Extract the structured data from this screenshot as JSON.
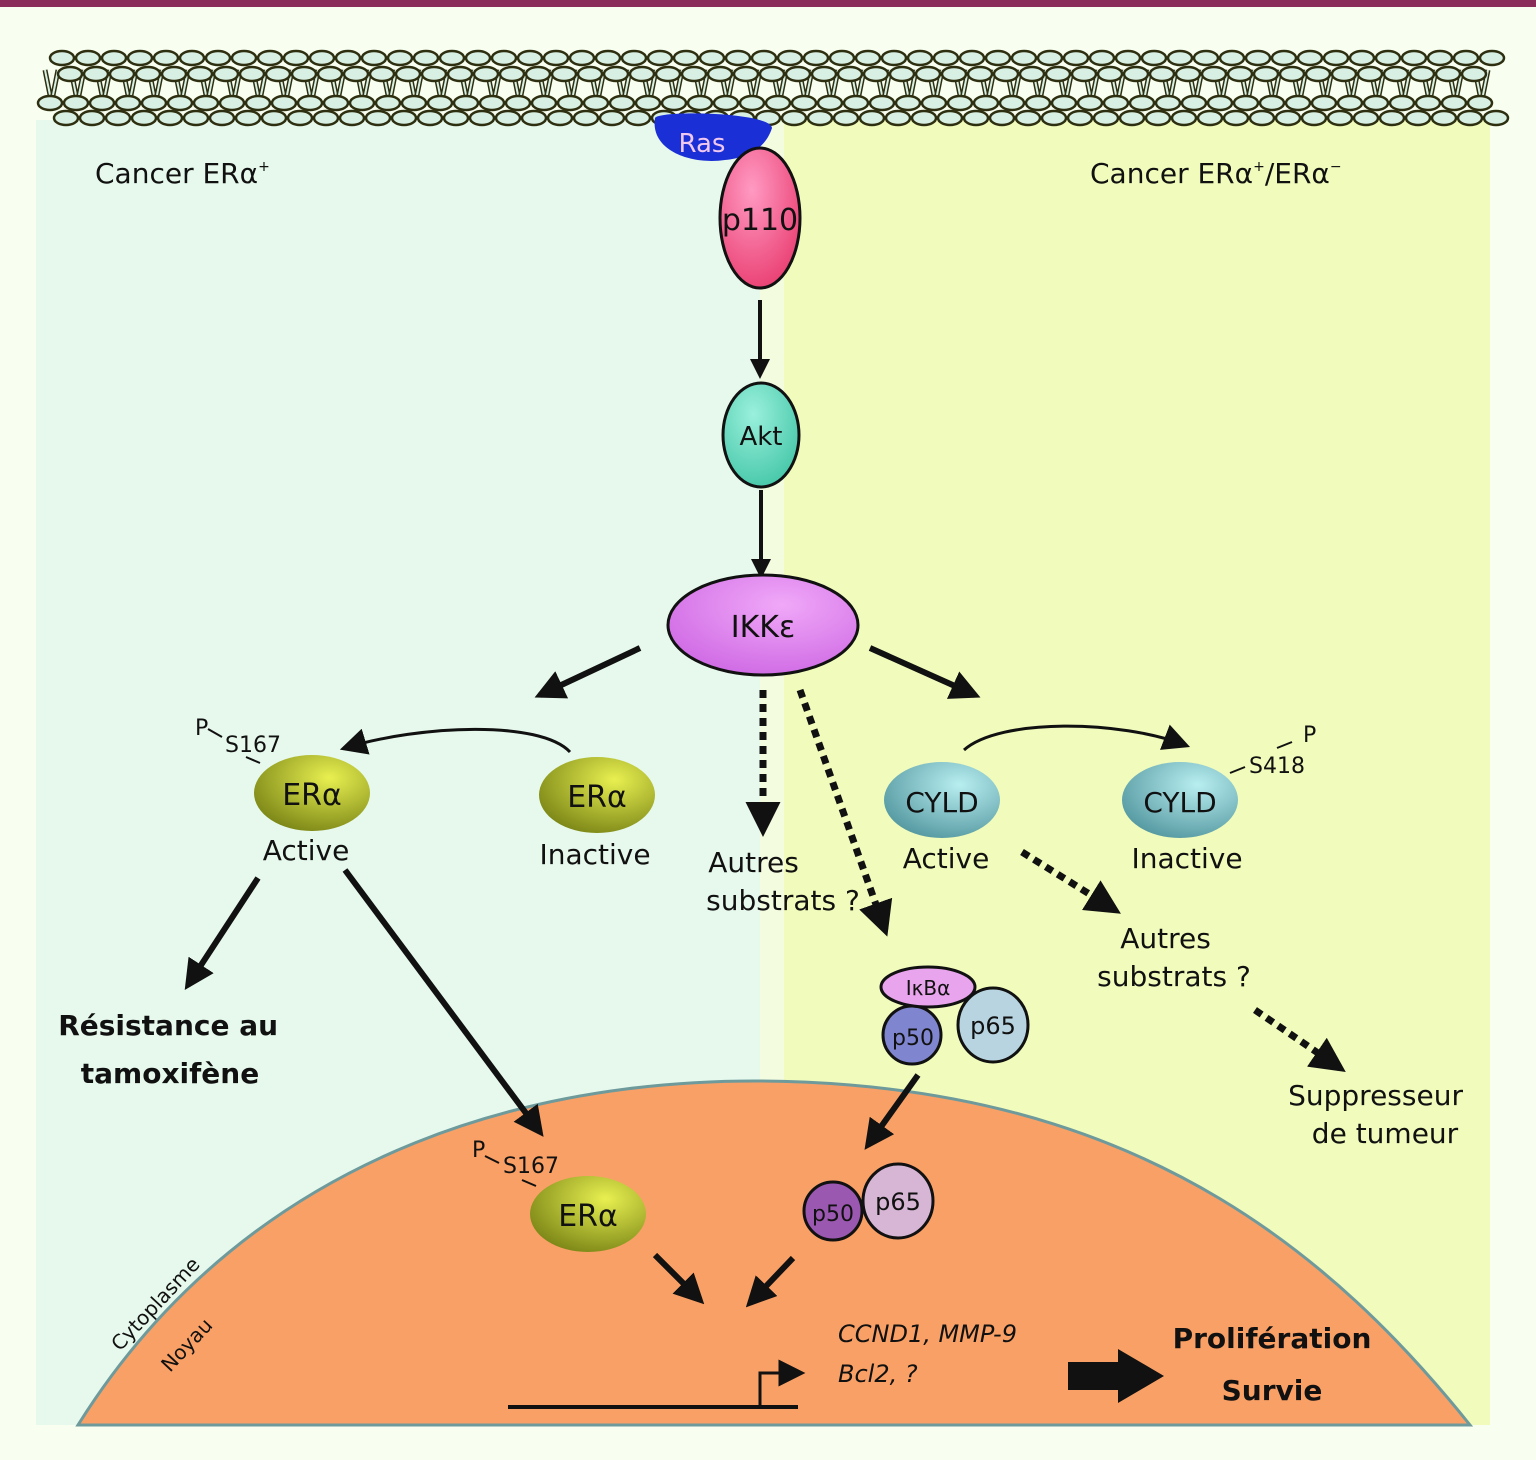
{
  "regions": {
    "left_title_main": "Cancer ERα",
    "left_title_sup": "+",
    "right_title_main": "Cancer ERα",
    "right_title_sup1": "+",
    "right_title_sep": "/ERα",
    "right_title_sup2": "−",
    "cytoplasm": "Cytoplasme",
    "nucleus": "Noyau"
  },
  "proteins": {
    "ras": "Ras",
    "p110": "p110",
    "akt": "Akt",
    "ikke": "IKKε",
    "era_active": "ERα",
    "era_inactive": "ERα",
    "era_nuclear": "ERα",
    "cyld_active": "CYLD",
    "cyld_inactive": "CYLD",
    "ikba": "IκBα",
    "p50_cyto": "p50",
    "p65_cyto": "p65",
    "p50_nuc": "p50",
    "p65_nuc": "p65"
  },
  "labels": {
    "era_active_state": "Active",
    "era_inactive_state": "Inactive",
    "cyld_active_state": "Active",
    "cyld_inactive_state": "Inactive",
    "p_site_era": "P",
    "s167": "S167",
    "p_site_era_nuc": "P",
    "s167_nuc": "S167",
    "p_site_cyld": "P",
    "s418": "S418",
    "other_substrates_1_line1": "Autres",
    "other_substrates_1_line2": "substrats ?",
    "other_substrates_2_line1": "Autres",
    "other_substrates_2_line2": "substrats ?",
    "tumor_suppressor_line1": "Suppresseur",
    "tumor_suppressor_line2": "de tumeur",
    "tamoxifen_line1": "Résistance au",
    "tamoxifen_line2": "tamoxifène",
    "genes_line1": "CCND1, MMP-9",
    "genes_line2": "Bcl2, ?",
    "outcome_line1": "Prolifération",
    "outcome_line2": "Survie"
  },
  "colors": {
    "top_bar": "#8b2d5a",
    "left_bg": "#e6f9ec",
    "right_bg": "#f1fbbb",
    "nucleus": "#f9a066",
    "nucleus_border": "#6e9a9c",
    "ras": "#1a2fd6",
    "p110": "#f25a8a",
    "akt": "#5ed6b8",
    "ikke": "#d77ae8",
    "era": "#9ea81e",
    "cyld": "#5fa7ad",
    "ikba": "#e8a4ec",
    "p50_cyto": "#7f86cf",
    "p65_cyto": "#b7d4e0",
    "p50_nuc": "#9b58b0",
    "p65_nuc": "#d6b6d4"
  }
}
